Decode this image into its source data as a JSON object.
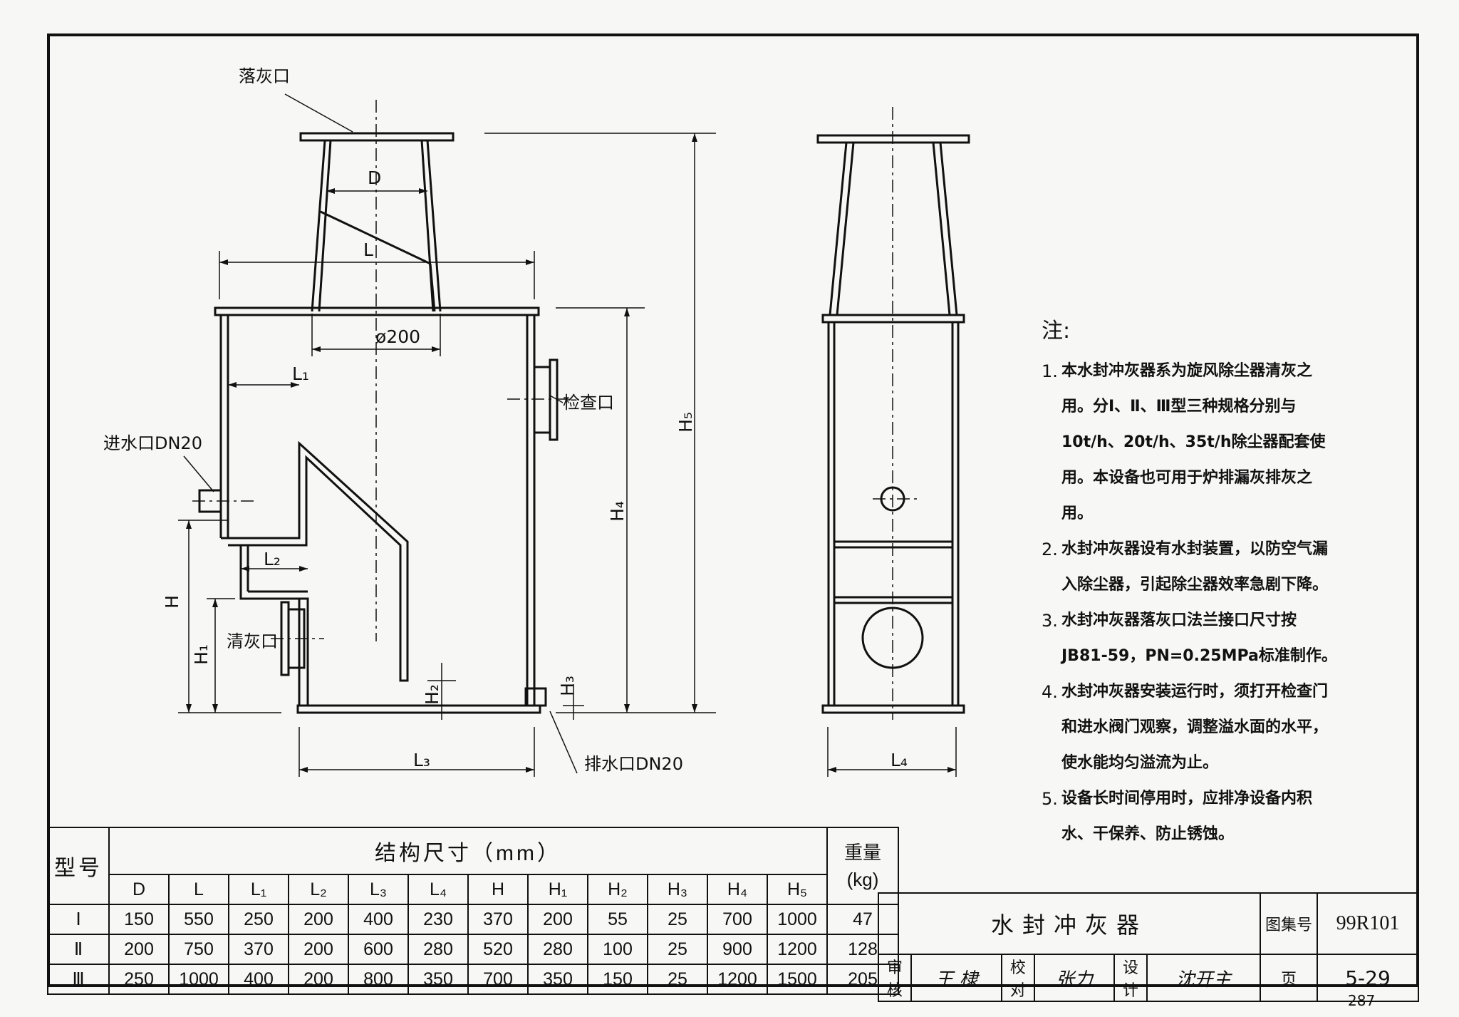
{
  "labels": {
    "luo_hui_kou": "落灰口",
    "jin_shui_kou": "进水口DN20",
    "jian_cha_kou": "检查口",
    "qing_hui_kou": "清灰口",
    "pai_shui_kou": "排水口DN20"
  },
  "dims": {
    "D": "D",
    "L": "L",
    "phi200": "ø200",
    "L1": "L₁",
    "L2": "L₂",
    "L3": "L₃",
    "L4": "L₄",
    "H": "H",
    "H1": "H₁",
    "H2": "H₂",
    "H3": "H₃",
    "H4": "H₄",
    "H5": "H₅"
  },
  "notes": {
    "title": "注:",
    "items": [
      {
        "num": "1.",
        "text": "本水封冲灰器系为旋风除尘器清灰之用。分Ⅰ、Ⅱ、Ⅲ型三种规格分别与10t/h、20t/h、35t/h除尘器配套使用。本设备也可用于炉排漏灰排灰之用。"
      },
      {
        "num": "2.",
        "text": "水封冲灰器设有水封装置，以防空气漏入除尘器，引起除尘器效率急剧下降。"
      },
      {
        "num": "3.",
        "text": "水封冲灰器落灰口法兰接口尺寸按JB81-59，PN=0.25MPa标准制作。"
      },
      {
        "num": "4.",
        "text": "水封冲灰器安装运行时，须打开检查门和进水阀门观察，调整溢水面的水平，使水能均匀溢流为止。"
      },
      {
        "num": "5.",
        "text": "设备长时间停用时，应排净设备内积水、干保养、防止锈蚀。"
      }
    ]
  },
  "table": {
    "type_header": "型号",
    "group_header": "结构尺寸（mm）",
    "weight_header": "重量",
    "weight_unit": "(kg)",
    "columns": [
      "D",
      "L",
      "L₁",
      "L₂",
      "L₃",
      "L₄",
      "H",
      "H₁",
      "H₂",
      "H₃",
      "H₄",
      "H₅"
    ],
    "rows": [
      {
        "type": "Ⅰ",
        "values": [
          "150",
          "550",
          "250",
          "200",
          "400",
          "230",
          "370",
          "200",
          "55",
          "25",
          "700",
          "1000"
        ],
        "weight": "47"
      },
      {
        "type": "Ⅱ",
        "values": [
          "200",
          "750",
          "370",
          "200",
          "600",
          "280",
          "520",
          "280",
          "100",
          "25",
          "900",
          "1200"
        ],
        "weight": "128"
      },
      {
        "type": "Ⅲ",
        "values": [
          "250",
          "1000",
          "400",
          "200",
          "800",
          "350",
          "700",
          "350",
          "150",
          "25",
          "1200",
          "1500"
        ],
        "weight": "205"
      }
    ]
  },
  "title_block": {
    "name": "水封冲灰器",
    "atlas_label": "图集号",
    "atlas_value": "99R101",
    "review_label": "审核",
    "review_sign": "王 棣",
    "check_label": "校对",
    "check_sign": "张力",
    "design_label": "设计",
    "design_sign": "沈开主",
    "page_label": "页",
    "page_value": "5-29"
  },
  "page_number": "287"
}
